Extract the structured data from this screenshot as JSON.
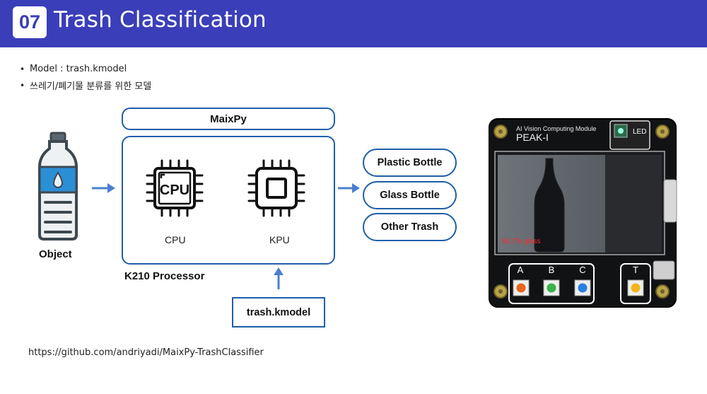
{
  "header": {
    "number": "07",
    "title": "Trash Classification",
    "bg_color": "#3a3eb8"
  },
  "bullets": [
    "Model : trash.kmodel",
    "쓰레기/폐기물 분류를 위한 모델"
  ],
  "diagram": {
    "object_label": "Object",
    "maixpy_label": "MaixPy",
    "cpu_chip_text": "CPU",
    "cpu_label": "CPU",
    "kpu_label": "KPU",
    "processor_label": "K210 Processor",
    "model_label": "trash.kmodel",
    "outputs": [
      "Plastic Bottle",
      "Glass Bottle",
      "Other Trash"
    ],
    "accent_color": "#1f5fa8",
    "arrow_color": "#4a7fd0"
  },
  "device": {
    "header_line1": "AI Vision Computing Module",
    "header_line2": "PEAK-I",
    "led_label": "LED",
    "detection_text": "84.7%  glass",
    "buttons": [
      "A",
      "B",
      "C",
      "T"
    ],
    "button_colors": [
      "#e8671c",
      "#3bb34a",
      "#2a7fe0",
      "#f2b61a"
    ]
  },
  "footer": {
    "url": "https://github.com/andriyadi/MaixPy-TrashClassifier"
  }
}
